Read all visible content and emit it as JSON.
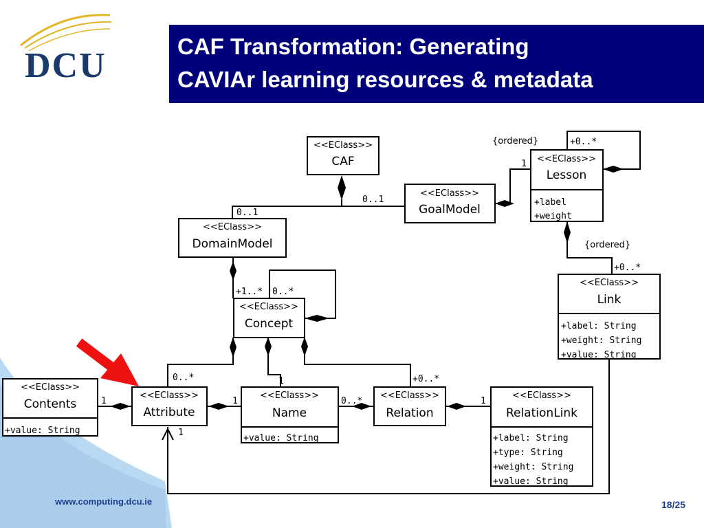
{
  "logo": {
    "text": "DCU"
  },
  "title": {
    "line1": "CAF Transformation: Generating",
    "line2": "CAVIAr learning resources & metadata"
  },
  "footer": {
    "url": "www.computing.dcu.ie",
    "page": "18/25"
  },
  "colors": {
    "title_bg": "#00007a",
    "arrow": "#ee1111",
    "footer_text": "#1f3f8f"
  },
  "diagram": {
    "classes": {
      "caf": {
        "stereo": "<<EClass>>",
        "name": "CAF"
      },
      "goalmodel": {
        "stereo": "<<EClass>>",
        "name": "GoalModel"
      },
      "lesson": {
        "stereo": "<<EClass>>",
        "name": "Lesson",
        "attrs": [
          "+label",
          "+weight"
        ]
      },
      "domainmodel": {
        "stereo": "<<EClass>>",
        "name": "DomainModel"
      },
      "concept": {
        "stereo": "<<EClass>>",
        "name": "Concept"
      },
      "link": {
        "stereo": "<<EClass>>",
        "name": "Link",
        "attrs": [
          "+label: String",
          "+weight: String",
          "+value: String"
        ]
      },
      "contents": {
        "stereo": "<<EClass>>",
        "name": "Contents",
        "attrs": [
          "+value: String"
        ]
      },
      "attribute": {
        "stereo": "<<EClass>>",
        "name": "Attribute"
      },
      "name": {
        "stereo": "<<EClass>>",
        "name": "Name",
        "attrs": [
          "+value: String"
        ]
      },
      "relation": {
        "stereo": "<<EClass>>",
        "name": "Relation"
      },
      "relationlink": {
        "stereo": "<<EClass>>",
        "name": "RelationLink",
        "attrs": [
          "+label: String",
          "+type: String",
          "+weight: String",
          "+value: String"
        ]
      }
    },
    "labels": {
      "caf_goal_mult": "0..1",
      "caf_domain_mult": "0..1",
      "goal_lesson_mult": "1",
      "lesson_ordered": "{ordered}",
      "lesson_self_mult": "+0..*",
      "link_ordered": "{ordered}",
      "link_mult": "+0..*",
      "concept_mult": "+1..*",
      "concept_self_mult": "0..*",
      "attribute_mult": "0..*",
      "name_mult": "1",
      "relation_mult": "+0..*",
      "contents_mult": "1",
      "attr_name_mult": "1",
      "name_relation_mult": "0..*",
      "relationlink_mult": "1",
      "attribute_link_mult": "1"
    }
  }
}
